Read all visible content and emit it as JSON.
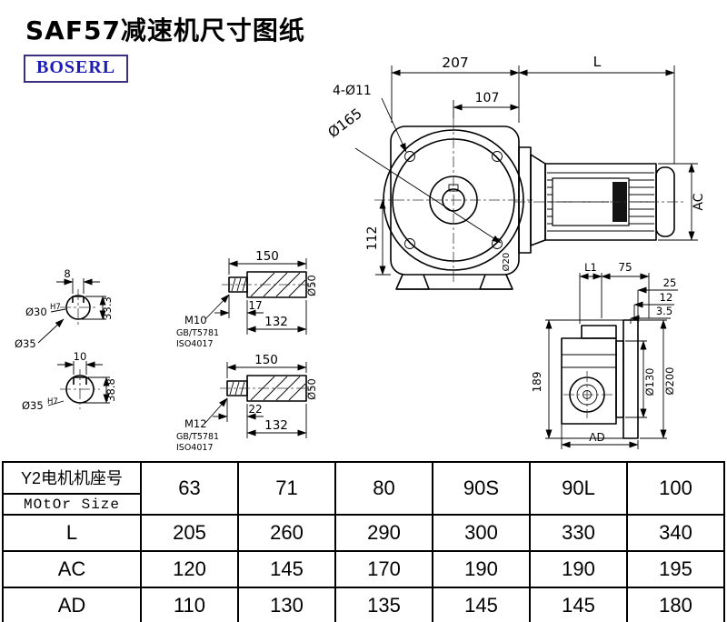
{
  "page": {
    "title": "SAF57减速机尺寸图纸",
    "brand": "BOSERL"
  },
  "front_view": {
    "dim_207": "207",
    "dim_L": "L",
    "dim_107": "107",
    "holes": "4-Ø11",
    "flange": "Ø165",
    "dim_112": "112",
    "dim_AC": "AC",
    "shaft_dia": "Ø20"
  },
  "shaft_ends": {
    "key_w1": "8",
    "bore1": "Ø30",
    "bore1_tol": "H7",
    "depth1": "33.3",
    "shaft1": "Ø35",
    "key_w2": "10",
    "bore2": "Ø35",
    "bore2_tol": "H7",
    "depth2": "38.8"
  },
  "shaft_a": {
    "len": "150",
    "thread": "M10",
    "std1": "GB/T5781",
    "std2": "ISO4017",
    "tlen": "17",
    "blen": "132",
    "dia": "Ø50"
  },
  "shaft_b": {
    "len": "150",
    "thread": "M12",
    "std1": "GB/T5781",
    "std2": "ISO4017",
    "tlen": "22",
    "blen": "132",
    "dia": "Ø50"
  },
  "side_view": {
    "dim_L1": "L1",
    "dim_75": "75",
    "dim_25": "25",
    "dim_12": "12",
    "dim_3_5": "3.5",
    "dim_189": "189",
    "dia_130": "Ø130",
    "dia_200": "Ø200",
    "dim_AD": "AD"
  },
  "table": {
    "header_cn": "Y2电机机座号",
    "header_en": "MOtOr Size",
    "sizes": [
      "63",
      "71",
      "80",
      "90S",
      "90L",
      "100"
    ],
    "rows": [
      {
        "label": "L",
        "values": [
          "205",
          "260",
          "290",
          "300",
          "330",
          "340"
        ]
      },
      {
        "label": "AC",
        "values": [
          "120",
          "145",
          "170",
          "190",
          "190",
          "195"
        ]
      },
      {
        "label": "AD",
        "values": [
          "110",
          "130",
          "135",
          "145",
          "145",
          "180"
        ]
      }
    ]
  }
}
